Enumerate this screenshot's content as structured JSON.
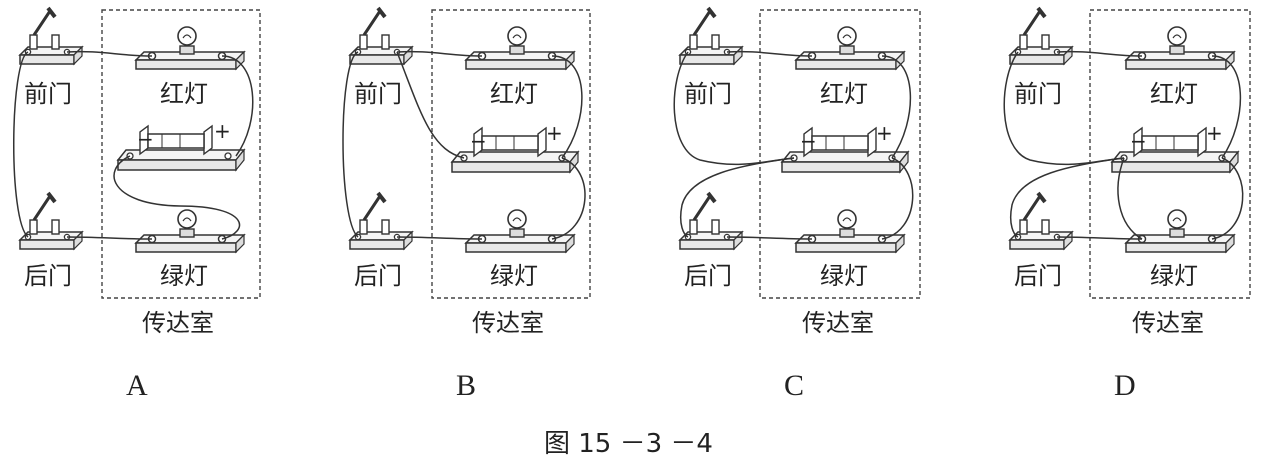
{
  "labels": {
    "front_door": "前门",
    "back_door": "后门",
    "red_light": "红灯",
    "green_light": "绿灯",
    "room": "传达室",
    "minus": "−",
    "plus": "+"
  },
  "options": [
    "A",
    "B",
    "C",
    "D"
  ],
  "caption": "图 15 －3 －4"
}
